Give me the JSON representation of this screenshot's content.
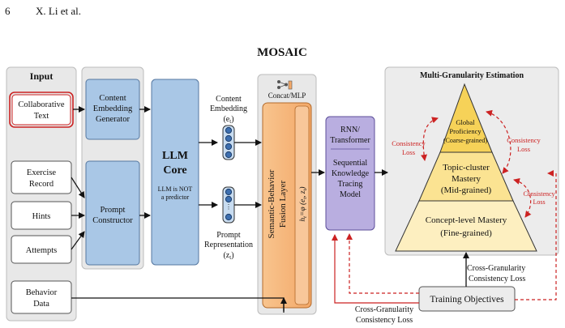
{
  "header": {
    "page_number": "6",
    "authors": "X. Li et al."
  },
  "title": "MOSAIC",
  "input_panel": {
    "title": "Input",
    "collaborative_text": [
      "Collaborative",
      "Text"
    ],
    "exercise_record": [
      "Exercise",
      "Record"
    ],
    "hints": "Hints",
    "attempts": "Attempts",
    "behavior_data": [
      "Behavior",
      "Data"
    ]
  },
  "content_embedding_generator": [
    "Content",
    "Embedding",
    "Generator"
  ],
  "prompt_constructor": [
    "Prompt",
    "Constructor"
  ],
  "llm_core": {
    "title": [
      "LLM",
      "Core"
    ],
    "note": [
      "LLM is NOT",
      "a predictor"
    ]
  },
  "content_embedding_label": [
    "Content",
    "Embedding",
    "(e",
    "t",
    ")"
  ],
  "prompt_representation_label": [
    "Prompt",
    "Representation",
    "(z",
    "t",
    ")"
  ],
  "concat_mlp": "Concat/MLP",
  "fusion_layer": [
    "Semantic-Behavior",
    "Fusion Layer"
  ],
  "fusion_formula": "h",
  "fusion_formula_rest": "=φ (e",
  "rnn": {
    "top": [
      "RNN/",
      "Transformer"
    ],
    "bottom": [
      "Sequential",
      "Knowledge",
      "Tracing",
      "Model"
    ]
  },
  "estimation": {
    "title": "Multi-Granularity Estimation",
    "global": [
      "Global",
      "Proficiency",
      "(Coarse-grained)"
    ],
    "topic": [
      "Topic-cluster",
      "Mastery",
      "(Mid-grained)"
    ],
    "concept": [
      "Concept-level Mastery",
      "(Fine-grained)"
    ],
    "consistency_loss_left": [
      "Consistency",
      "Loss"
    ],
    "consistency_loss_right": [
      "Consistency",
      "Loss"
    ],
    "consistency_loss_right2": [
      "Consistency",
      "Loss"
    ]
  },
  "training_objectives": "Training Objectives",
  "cross_granularity_top": [
    "Cross-Granularity",
    "Consistency Loss"
  ],
  "cross_granularity_bottom": [
    "Cross-Granularity",
    "Consistency Loss"
  ],
  "colors": {
    "panel_bg": "#e8e8e8",
    "blue_box": "#a9c7e6",
    "orange_box": "#f6b67a",
    "purple_box": "#b9aee0",
    "pyramid_top": "#f6d258",
    "pyramid_mid": "#fbe392",
    "pyramid_bottom": "#fdefc0",
    "red": "#cc2222"
  }
}
